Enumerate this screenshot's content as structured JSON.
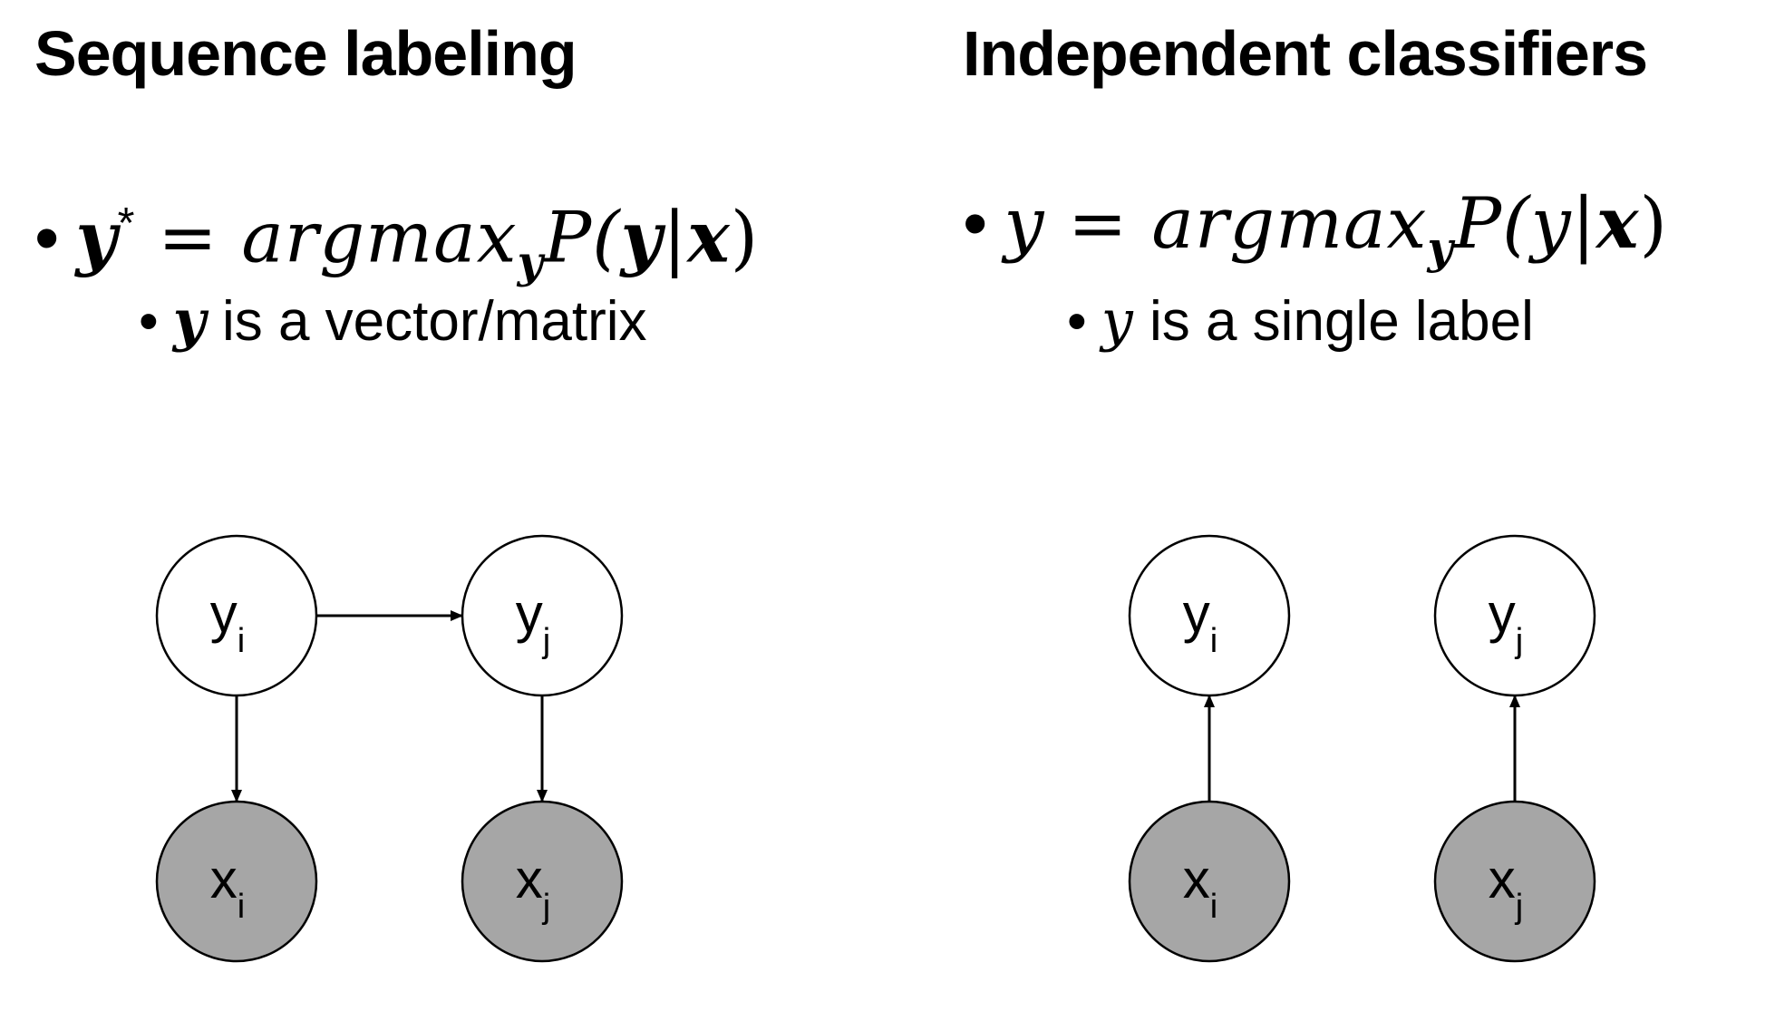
{
  "left": {
    "heading": "Sequence labeling",
    "formula": {
      "bullet": "•",
      "lhs": "y",
      "lhs_sup": "*",
      "eq": " = ",
      "func": "argmax",
      "func_sub": "y",
      "prob_open": "P(",
      "prob_y": "y",
      "bar": "|",
      "prob_x": "x",
      "prob_close": ")"
    },
    "sub_bullet": {
      "bullet": "•",
      "var": "y",
      "text": " is a vector/matrix"
    },
    "graph": {
      "nodes": [
        {
          "id": "yi",
          "base": "y",
          "sub": "i",
          "shaded": false
        },
        {
          "id": "yj",
          "base": "y",
          "sub": "j",
          "shaded": false
        },
        {
          "id": "xi",
          "base": "x",
          "sub": "i",
          "shaded": true
        },
        {
          "id": "xj",
          "base": "x",
          "sub": "j",
          "shaded": true
        }
      ],
      "edges": [
        {
          "from": "yi",
          "to": "yj"
        },
        {
          "from": "yi",
          "to": "xi"
        },
        {
          "from": "yj",
          "to": "xj"
        }
      ]
    }
  },
  "right": {
    "heading": "Independent classifiers",
    "formula": {
      "bullet": "•",
      "lhs": "y",
      "eq": " = ",
      "func": "argmax",
      "func_sub": "y",
      "prob_open": "P(",
      "prob_y": "y",
      "bar": "|",
      "prob_x": "x",
      "prob_close": ")"
    },
    "sub_bullet": {
      "bullet": "•",
      "var": "y",
      "text": " is a single label"
    },
    "graph": {
      "nodes": [
        {
          "id": "yi",
          "base": "y",
          "sub": "i",
          "shaded": false
        },
        {
          "id": "yj",
          "base": "y",
          "sub": "j",
          "shaded": false
        },
        {
          "id": "xi",
          "base": "x",
          "sub": "i",
          "shaded": true
        },
        {
          "id": "xj",
          "base": "x",
          "sub": "j",
          "shaded": true
        }
      ],
      "edges": [
        {
          "from": "xi",
          "to": "yi"
        },
        {
          "from": "xj",
          "to": "yj"
        }
      ]
    }
  },
  "colors": {
    "observed_fill": "#a6a6a6",
    "latent_fill": "#ffffff",
    "stroke": "#000000"
  }
}
